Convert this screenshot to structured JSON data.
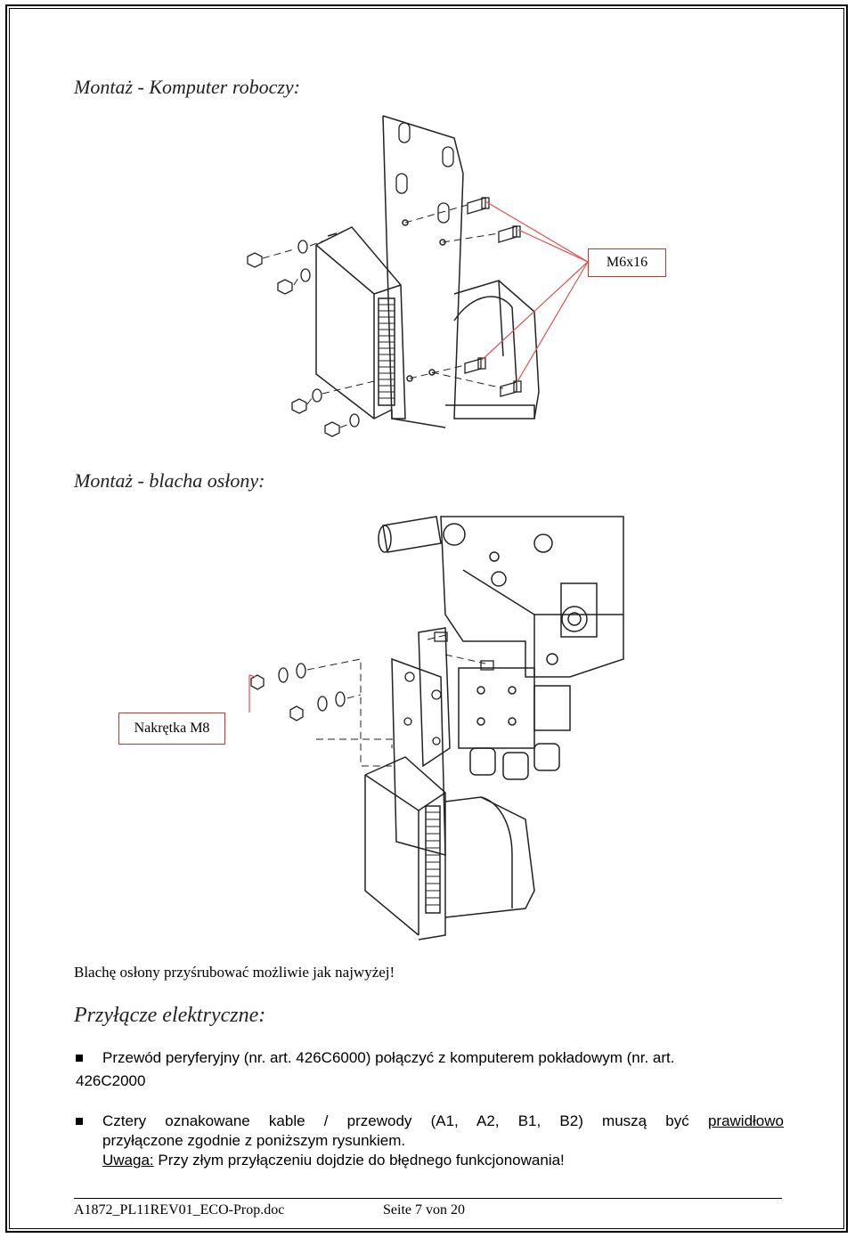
{
  "section1": {
    "title": "Montaż - Komputer roboczy:"
  },
  "callout1": {
    "label": "M6x16"
  },
  "section2": {
    "title": "Montaż - blacha osłony:"
  },
  "callout2": {
    "label": "Nakrętka M8"
  },
  "note": "Blachę osłony przyśrubować możliwie jak najwyżej!",
  "section3": {
    "title": "Przyłącze elektryczne:"
  },
  "bullets": {
    "b1_line1": "Przewód peryferyjny (nr. art. 426C6000) połączyć z komputerem pokładowym (nr. art.",
    "b1_line2": "426C2000",
    "b2_line1_a": "Cztery oznakowane kable / przewody (A1, A2, B1, B2) muszą być",
    "b2_line1_b": "prawidłowo",
    "b2_line2": "przyłączone zgodnie z poniższym rysunkiem.",
    "b2_line3_label": "Uwaga:",
    "b2_line3_text": " Przy złym przyłączeniu dojdzie do błędnego funkcjonowania!"
  },
  "footer": {
    "doc": "A1872_PL11REV01_ECO-Prop.doc",
    "page": "Seite 7 von 20"
  },
  "colors": {
    "callout_border": "#c0392b",
    "callout_line": "#e05050"
  }
}
